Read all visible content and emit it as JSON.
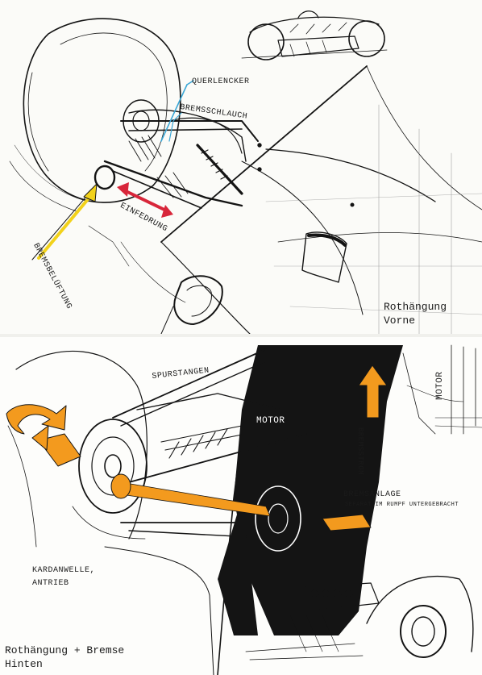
{
  "top_sketch": {
    "caption_line1": "Rothängung",
    "caption_line2": "Vorne",
    "labels": {
      "querlenker": "Querlencker",
      "bremsschlauch": "Bremsschlauch",
      "einfedern": "Einfedrung",
      "bremsbelueftung": "Bremsbelüftung"
    }
  },
  "bottom_sketch": {
    "caption_line1": "Rothängung + Bremse",
    "caption_line2": "Hinten",
    "labels": {
      "spurstangen": "Spurstangen",
      "motor_center": "Motor",
      "motor_side": "Motor",
      "bremsstrom": "Bremsstrom",
      "bremsanlage": "Bremsanlage",
      "bremsanlage_note": "Separat im Rumpf untergebracht",
      "kardanwelle_line1": "Kardanwelle,",
      "kardanwelle_line2": "Antrieb"
    }
  },
  "colors": {
    "ink": "#141414",
    "orange": "#f39a1e",
    "yellow": "#f2d21b",
    "red": "#d8263a",
    "blue": "#3ba7d6"
  }
}
